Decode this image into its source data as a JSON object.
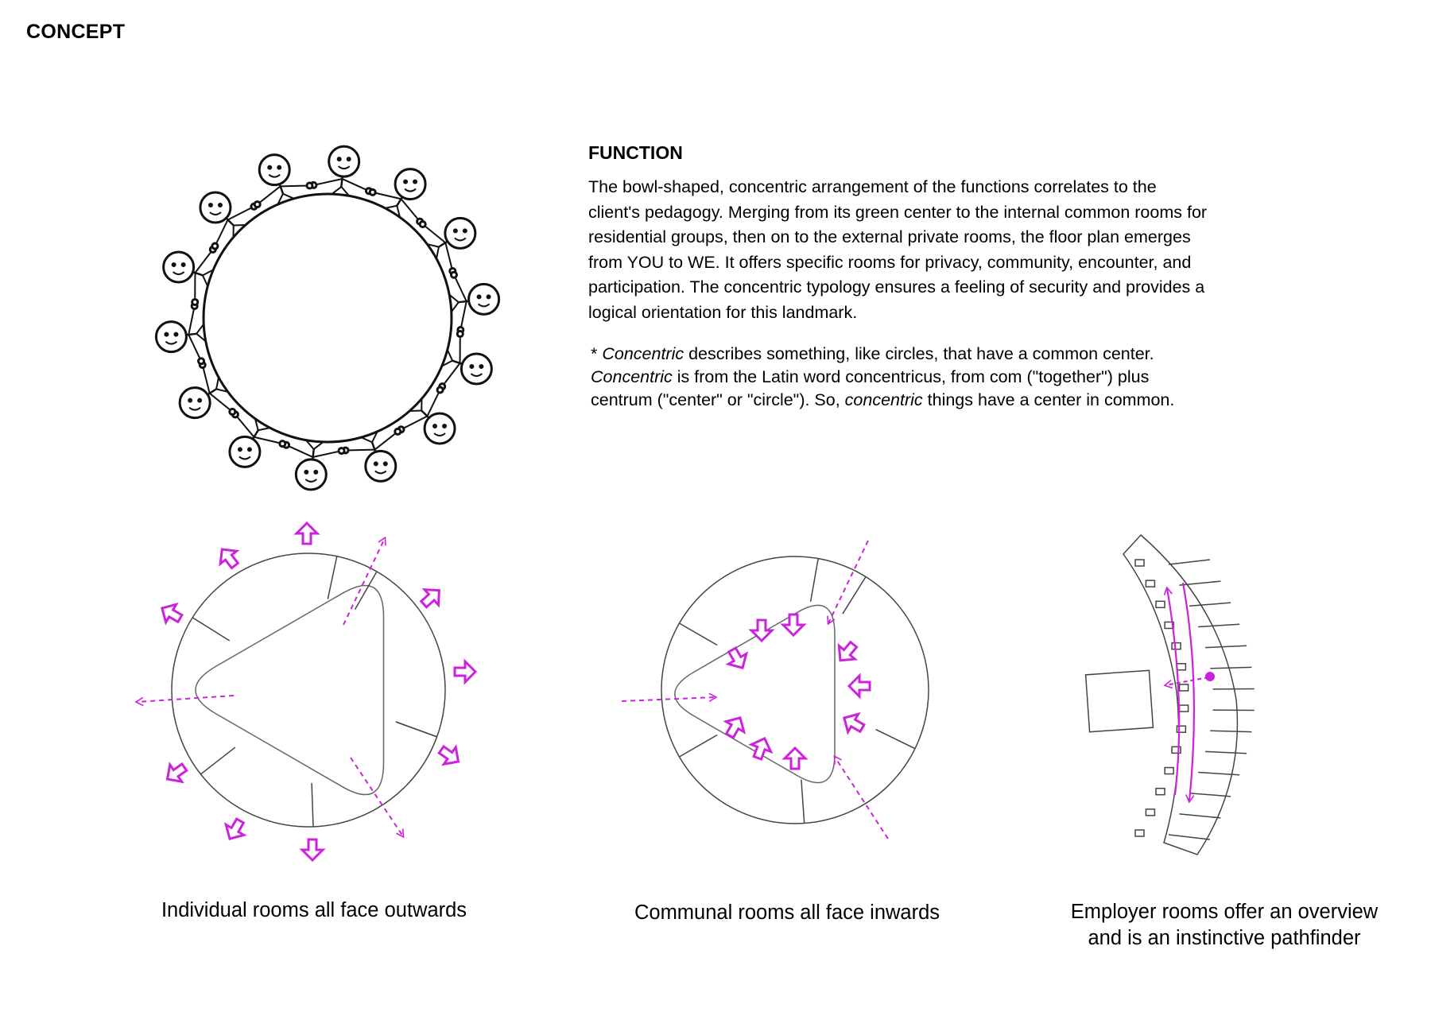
{
  "page": {
    "title": "CONCEPT"
  },
  "function": {
    "heading": "FUNCTION",
    "body_lines": [
      "The bowl-shaped, concentric arrangement of the functions correlates to the",
      "client's pedagogy. Merging from its green center to the internal common rooms for",
      "residential groups, then on to the external private rooms, the floor plan emerges",
      "from YOU to WE. It offers specific rooms for privacy, community, encounter, and",
      "participation. The concentric typology ensures a feeling of security and provides a",
      "logical orientation for this landmark."
    ],
    "footnote": {
      "line1": {
        "prefix": "* ",
        "term": "Concentric",
        "rest": " describes something, like circles, that have a common center."
      },
      "line2": {
        "term": "Concentric",
        "rest": " is from the Latin word concentricus, from com (\"together\") plus"
      },
      "line3": {
        "start": "centrum (\"center\" or \"circle\"). So, ",
        "term": "concentric",
        "rest": " things have a center in common."
      }
    }
  },
  "diagrams": [
    {
      "caption": "Individual rooms all face outwards"
    },
    {
      "caption": "Communal rooms all face inwards"
    },
    {
      "caption_lines": [
        "Employer rooms offer an overview",
        "and is an instinctive pathfinder"
      ]
    }
  ],
  "colors": {
    "accent": "#cc22dd",
    "line": "#333333",
    "text": "#000000"
  },
  "icons": [
    "children-circle-illustration",
    "arrow-outward-icon",
    "arrow-inward-icon",
    "dotted-path-arrow"
  ]
}
